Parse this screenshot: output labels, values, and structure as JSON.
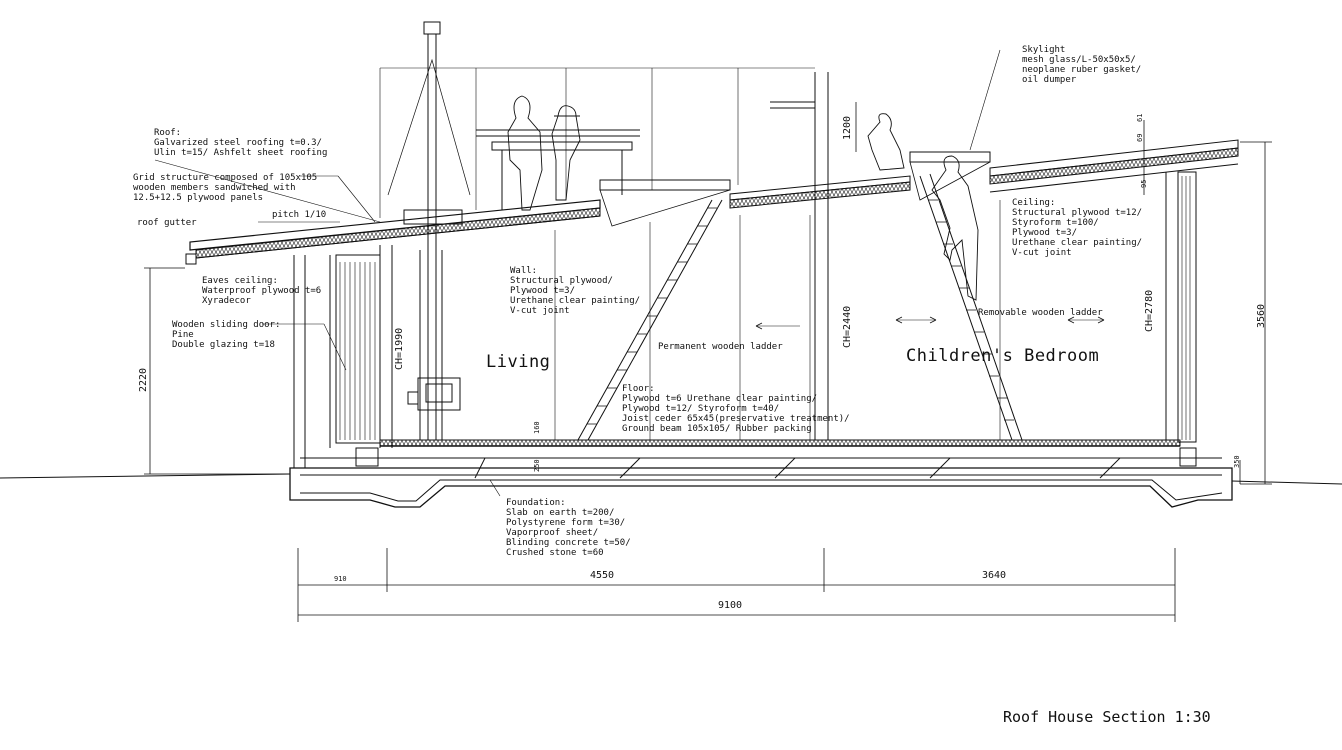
{
  "title": "Roof House  Section 1:30",
  "rooms": {
    "living": "Living",
    "bedroom": "Children's Bedroom"
  },
  "notes": {
    "roof": [
      "Roof:",
      "Galvarized steel roofing t=0.3/",
      "Ulin t=15/ Ashfelt sheet roofing"
    ],
    "grid": [
      "Grid structure composed of 105x105",
      "wooden members sandwiched with",
      "12.5+12.5 plywood panels"
    ],
    "pitch": "pitch 1/10",
    "gutter": "roof gutter",
    "eaves": [
      "Eaves ceiling:",
      "Waterproof plywood t=6",
      "Xyradecor"
    ],
    "door": [
      "Wooden sliding door:",
      "Pine",
      "Double glazing t=18"
    ],
    "wall": [
      "Wall:",
      "Structural plywood/",
      "Plywood t=3/",
      "Urethane clear painting/",
      "V-cut joint"
    ],
    "permanent_ladder": "Permanent wooden ladder",
    "floor": [
      "Floor:",
      "Plywood t=6 Urethane clear painting/",
      "Plywood t=12/ Styroform t=40/",
      "Joist ceder 65x45(preservative treatment)/",
      "Ground beam 105x105/ Rubber packing"
    ],
    "foundation": [
      "Foundation:",
      "Slab on earth t=200/",
      "Polystyrene form t=30/",
      "Vaporproof sheet/",
      "Blinding concrete t=50/",
      "Crushed stone t=60"
    ],
    "skylight": [
      "Skylight",
      "mesh glass/L-50x50x5/",
      "neoplane ruber gasket/",
      "oil dumper"
    ],
    "ceiling": [
      "Ceiling:",
      "Structural plywood t=12/",
      "Styroform t=100/",
      "Plywood t=3/",
      "Urethane clear painting/",
      "V-cut joint"
    ],
    "removable_ladder": "Removable wooden ladder"
  },
  "dimensions": {
    "d910": "910",
    "d4550": "4550",
    "d3640": "3640",
    "d9100": "9100",
    "d2220": "2220",
    "d3560": "3560",
    "d1200": "1200",
    "ch1990": "CH=1990",
    "ch2440": "CH=2440",
    "ch2780": "CH=2780",
    "d160": "160",
    "d250": "250",
    "d350": "350",
    "d61": "61",
    "d69": "69",
    "d95": "95"
  }
}
